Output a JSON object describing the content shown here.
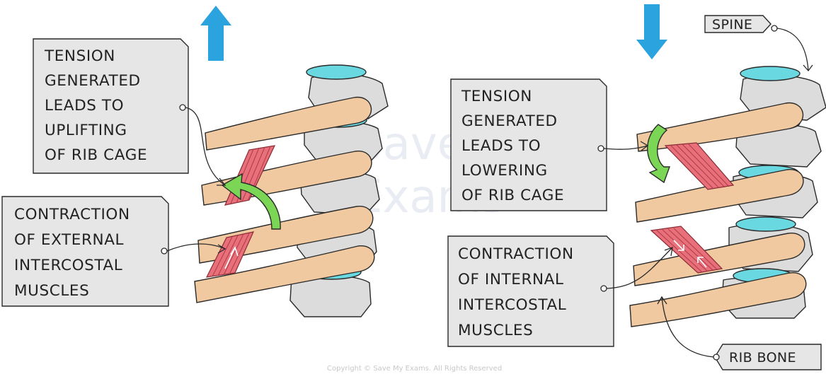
{
  "left_panel": {
    "direction": "up",
    "tension_label": [
      "TENSION",
      "GENERATED",
      "LEADS TO",
      "UPLIFTING",
      "OF RIB CAGE"
    ],
    "contraction_label": [
      "CONTRACTION",
      "OF EXTERNAL",
      "INTERCOSTAL",
      "MUSCLES"
    ]
  },
  "right_panel": {
    "direction": "down",
    "spine_label": "SPINE",
    "tension_label": [
      "TENSION",
      "GENERATED",
      "LEADS TO",
      "LOWERING",
      "OF RIB CAGE"
    ],
    "contraction_label": [
      "CONTRACTION",
      "OF INTERNAL",
      "INTERCOSTAL",
      "MUSCLES"
    ],
    "rib_bone_label": "RIB BONE"
  },
  "watermark": [
    "Save My",
    "Exams"
  ],
  "copyright": "Copyright © Save My Exams. All Rights Reserved",
  "colors": {
    "rib": "#f0c9a0",
    "vertebra": "#dcdcdc",
    "disc": "#6ad8e0",
    "muscle": "#e8707a",
    "curved_arrow": "#7ad654",
    "direction_arrow": "#2aa3df",
    "label_box": "#e6e6e6"
  },
  "icons": {
    "left_direction": "arrow-up-icon",
    "right_direction": "arrow-down-icon"
  }
}
